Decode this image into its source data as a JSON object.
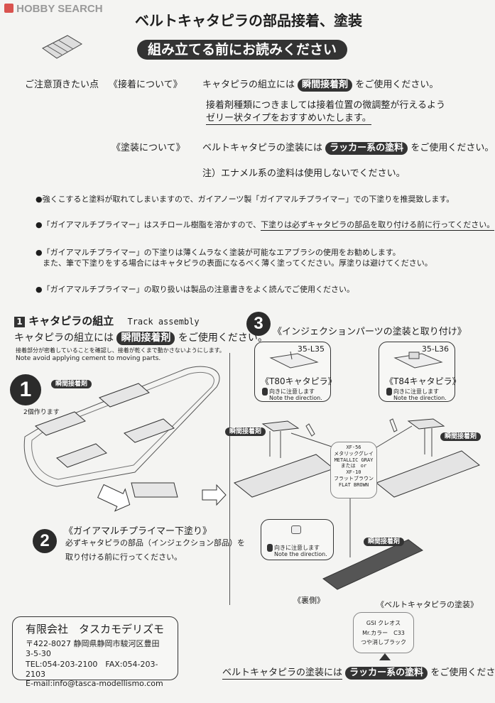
{
  "logo": {
    "text": "HOBBY SEARCH",
    "color": "#d9534f"
  },
  "title": "ベルトキャタピラの部品接着、塗装",
  "banner": "組み立てる前にお読みください",
  "notes": {
    "heading": "ご注意頂きたい点",
    "glue_heading": "《接着について》",
    "glue_line1_pre": "キャタピラの組立には",
    "glue_pill": "瞬間接着剤",
    "glue_line1_post": "をご使用ください。",
    "glue_line2": "接着剤種類につきましては接着位置の微調整が行えるよう",
    "glue_line3": "ゼリー状タイプをおすすめいたします。",
    "paint_heading": "《塗装について》",
    "paint_line1_pre": "ベルトキャタピラの塗装には",
    "paint_pill": "ラッカー系の塗料",
    "paint_line1_post": "をご使用ください。",
    "paint_line2": "注）エナメル系の塗料は使用しないでください。"
  },
  "bullets": [
    "●強くこすると塗料が取れてしまいますので、ガイアノーツ製「ガイアマルチプライマー」での下塗りを推奨致します。",
    "●「ガイアマルチプライマー」はスチロール樹脂を溶かすので、",
    "下塗りは必ずキャタピラの部品を取り付ける前に行ってください。",
    "●「ガイアマルチプライマー」の下塗りは薄くムラなく塗装が可能なエアブラシの使用をお勧めします。",
    "また、筆で下塗りをする場合にはキャタピラの表面になるべく薄く塗ってください。厚塗りは避けてください。",
    "●「ガイアマルチプライマー」の取り扱いは製品の注意書きをよく読んでご使用ください。"
  ],
  "section1": {
    "number": "1",
    "title": "キャタピラの組立",
    "title_en": "Track assembly",
    "line_pre": "キャタピラの組立には",
    "line_pill": "瞬間接着剤",
    "line_post": "をご使用ください。",
    "note_jp": "接着部分が密着していることを確認し、接着が乾くまで動かさないようにします。",
    "note_en": "Note avoid applying cement to moving parts."
  },
  "step1": {
    "number": "1",
    "pill": "瞬間接着剤",
    "label": "2個作ります"
  },
  "step2": {
    "number": "2",
    "title": "《ガイアマルチプライマー下塗り》",
    "line1": "必ずキャタピラの部品（インジェクション部品）を",
    "line2": "取り付ける前に行ってください。"
  },
  "step3": {
    "number": "3",
    "title": "《インジェクションパーツの塗装と取り付け》",
    "parts": [
      {
        "code": "35-L35",
        "name": "《T80キャタピラ》",
        "warn_jp": "向きに注意します",
        "warn_en": "Note the direction."
      },
      {
        "code": "35-L36",
        "name": "《T84キャタピラ》",
        "warn_jp": "向きに注意します",
        "warn_en": "Note the direction."
      }
    ],
    "glue_pill": "瞬間接着剤",
    "paint_box": [
      "XF-56",
      "メタリックグレイ",
      "METALLIC GRAY",
      "または　or",
      "XF-10",
      "フラットブラウン",
      "FLAT BROWN"
    ],
    "small_warn_jp": "向きに注意します",
    "small_warn_en": "Note the direction.",
    "back_label": "《裏側》",
    "belt_paint_label": "《ベルトキャタピラの塗装》",
    "belt_paint_box": [
      "GSI クレオス",
      "Mr.カラー　C33",
      "つや消しブラック"
    ],
    "bottom_pre": "ベルトキャタピラの塗装には",
    "bottom_pill": "ラッカー系の塗料",
    "bottom_post": "をご使用ください。"
  },
  "company": {
    "name": "有限会社　タスカモデリズモ",
    "address": "〒422-8027 静岡県静岡市駿河区豊田3-5-30",
    "phone": "TEL:054-203-2100　FAX:054-203-2103",
    "email": "E-mail:info@tasca-modellismo.com"
  }
}
